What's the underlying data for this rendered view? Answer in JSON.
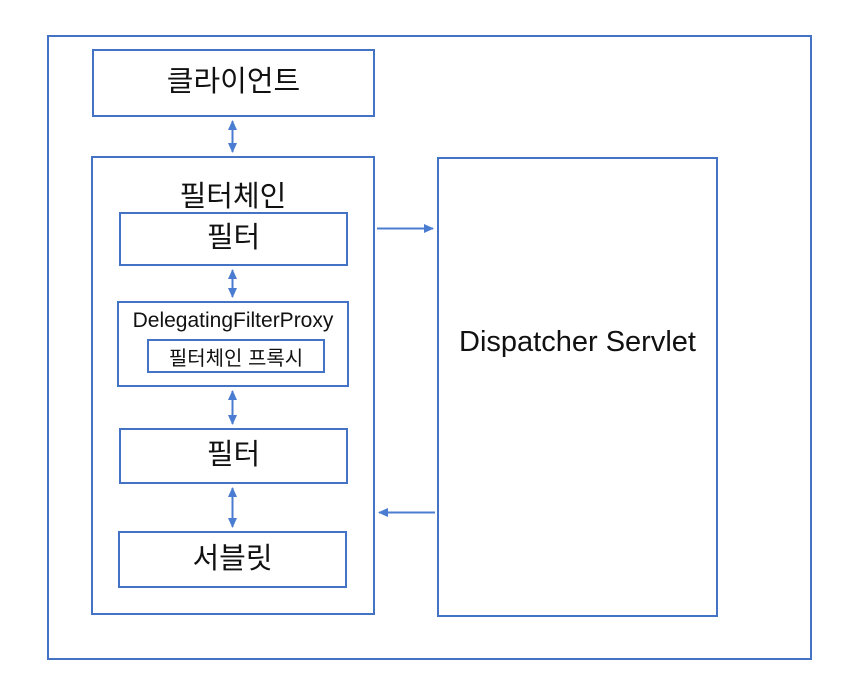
{
  "diagram": {
    "nodes": {
      "client": {
        "label": "클라이언트"
      },
      "filter_chain": {
        "label": "필터체인"
      },
      "filter_top": {
        "label": "필터"
      },
      "delegating_filter_proxy": {
        "label": "DelegatingFilterProxy"
      },
      "filter_chain_proxy": {
        "label": "필터체인 프록시"
      },
      "filter_bottom": {
        "label": "필터"
      },
      "servlet": {
        "label": "서블릿"
      },
      "dispatcher_servlet": {
        "label": "Dispatcher Servlet"
      }
    },
    "edges": [
      {
        "from": "client",
        "to": "filter_chain",
        "type": "double-headed-vertical-arrow"
      },
      {
        "from": "filter_top",
        "to": "delegating_filter_proxy",
        "type": "double-headed-vertical-arrow"
      },
      {
        "from": "delegating_filter_proxy",
        "to": "filter_bottom",
        "type": "double-headed-vertical-arrow"
      },
      {
        "from": "filter_bottom",
        "to": "servlet",
        "type": "double-headed-vertical-arrow"
      },
      {
        "from": "filter_chain",
        "to": "dispatcher_servlet",
        "type": "single-arrow-right"
      },
      {
        "from": "dispatcher_servlet",
        "to": "filter_chain",
        "type": "single-arrow-left"
      }
    ],
    "colors": {
      "border": "#4472C4",
      "arrow": "#4A7CD1",
      "background": "#FFFFFF",
      "text": "#111111"
    }
  }
}
